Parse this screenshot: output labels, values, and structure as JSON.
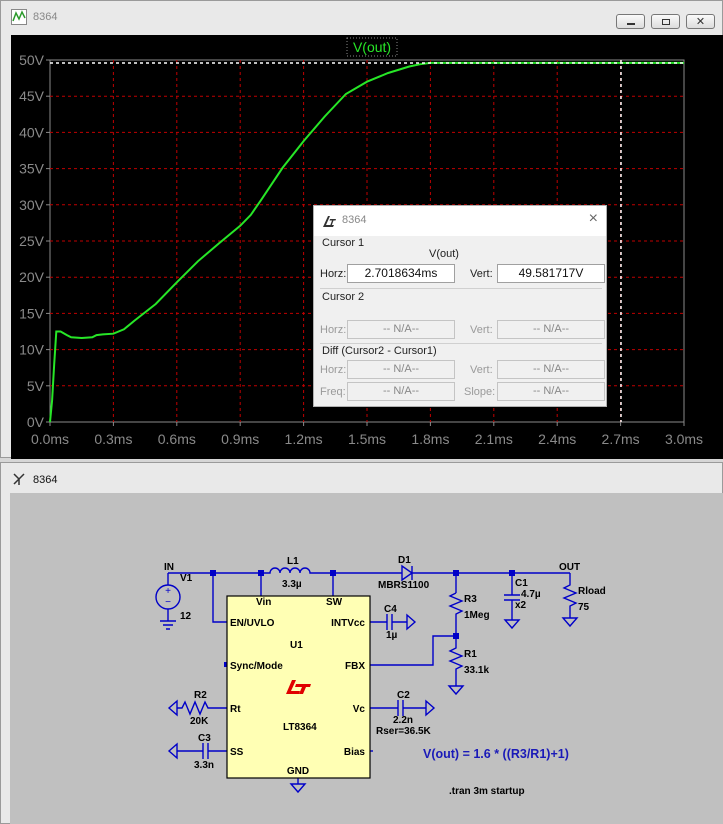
{
  "plot_window": {
    "title": "8364",
    "trace_label": "V(out)",
    "y_ticks": [
      "50V",
      "45V",
      "40V",
      "35V",
      "30V",
      "25V",
      "20V",
      "15V",
      "10V",
      "5V",
      "0V"
    ],
    "x_ticks": [
      "0.0ms",
      "0.3ms",
      "0.6ms",
      "0.9ms",
      "1.2ms",
      "1.5ms",
      "1.8ms",
      "2.1ms",
      "2.4ms",
      "2.7ms",
      "3.0ms"
    ],
    "colors": {
      "background": "#000000",
      "trace": "#27e627",
      "grid": "#c00000",
      "cursor": "#ffffff"
    }
  },
  "chart_data": {
    "type": "line",
    "xlabel": "",
    "ylabel": "",
    "xlim": [
      0,
      3.0
    ],
    "ylim": [
      0,
      50
    ],
    "x_unit": "ms",
    "y_unit": "V",
    "grid": true,
    "series": [
      {
        "name": "V(out)",
        "x": [
          0.0,
          0.01,
          0.02,
          0.03,
          0.05,
          0.08,
          0.1,
          0.15,
          0.2,
          0.22,
          0.25,
          0.3,
          0.35,
          0.4,
          0.5,
          0.6,
          0.7,
          0.8,
          0.9,
          0.95,
          1.0,
          1.1,
          1.2,
          1.3,
          1.4,
          1.5,
          1.6,
          1.7,
          1.75,
          1.8,
          1.9,
          2.0,
          2.5,
          3.0
        ],
        "y": [
          0.0,
          3.0,
          8.0,
          12.5,
          12.5,
          12.0,
          11.7,
          11.6,
          11.7,
          12.0,
          12.1,
          12.2,
          12.8,
          14.0,
          16.3,
          19.3,
          22.2,
          24.7,
          27.1,
          28.6,
          30.7,
          35.1,
          38.8,
          42.2,
          45.3,
          47.0,
          48.2,
          49.1,
          49.4,
          49.6,
          49.6,
          49.6,
          49.6,
          49.6
        ]
      }
    ],
    "cursor": {
      "x": 2.7018634,
      "y": 49.581717
    }
  },
  "cursor_dialog": {
    "title": "8364",
    "cursor1_label": "Cursor 1",
    "trace_name": "V(out)",
    "horz_label": "Horz:",
    "horz_value": "2.7018634ms",
    "vert_label": "Vert:",
    "vert_value": "49.581717V",
    "cursor2_label": "Cursor 2",
    "c2_horz_label": "Horz:",
    "c2_horz_value": "-- N/A--",
    "c2_vert_label": "Vert:",
    "c2_vert_value": "-- N/A--",
    "diff_label": "Diff (Cursor2 - Cursor1)",
    "d_horz_label": "Horz:",
    "d_horz_value": "-- N/A--",
    "d_vert_label": "Vert:",
    "d_vert_value": "-- N/A--",
    "freq_label": "Freq:",
    "freq_value": "-- N/A--",
    "slope_label": "Slope:",
    "slope_value": "-- N/A--"
  },
  "schematic_window": {
    "title": "8364",
    "components": {
      "in_net": "IN",
      "v1_name": "V1",
      "v1_value": "12",
      "l1_name": "L1",
      "l1_value": "3.3µ",
      "d1_name": "D1",
      "d1_value": "MBRS1100",
      "out_net": "OUT",
      "c1_name": "C1",
      "c1_value": "4.7µ",
      "c1_mult": "x2",
      "rload_name": "Rload",
      "rload_value": "75",
      "r3_name": "R3",
      "r3_value": "1Meg",
      "r1_name": "R1",
      "r1_value": "33.1k",
      "c4_name": "C4",
      "c4_value": "1µ",
      "r2_name": "R2",
      "r2_value": "20K",
      "c3_name": "C3",
      "c3_value": "3.3n",
      "c2_name": "C2",
      "c2_value": "2.2n",
      "c2_rser": "Rser=36.5K"
    },
    "ic": {
      "name": "U1",
      "part": "LT8364",
      "pin_vin": "Vin",
      "pin_sw": "SW",
      "pin_en": "EN/UVLO",
      "pin_intvcc": "INTVcc",
      "pin_sync": "Sync/Mode",
      "pin_fbx": "FBX",
      "pin_rt": "Rt",
      "pin_vc": "Vc",
      "pin_ss": "SS",
      "pin_bias": "Bias",
      "pin_gnd": "GND"
    },
    "equation": "V(out) = 1.6 * ((R3/R1)+1)",
    "directive": ".tran 3m startup",
    "colors": {
      "wire": "#0000c8",
      "ic_fill": "#ffffb4",
      "text": "#000000",
      "equation": "#1a1ab8"
    }
  }
}
